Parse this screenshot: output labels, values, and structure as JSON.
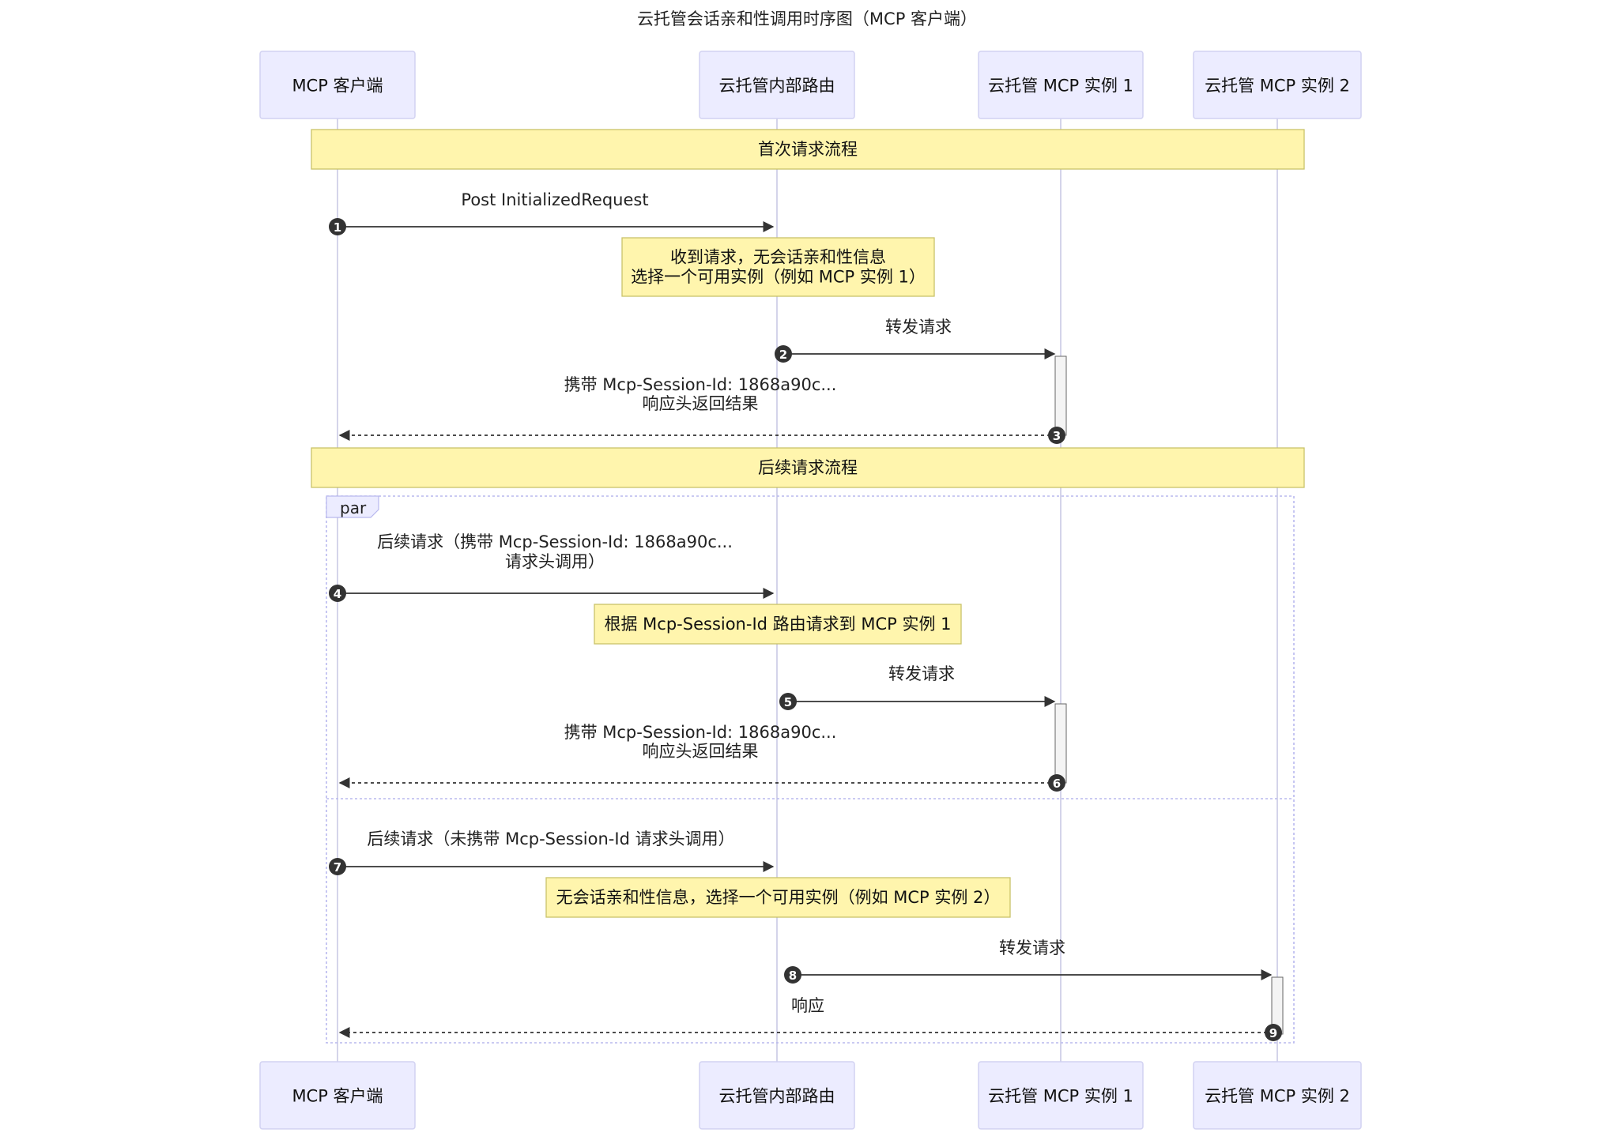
{
  "title": "云托管会话亲和性调用时序图（MCP 客户端）",
  "participants": [
    {
      "id": "client",
      "label": "MCP 客户端"
    },
    {
      "id": "router",
      "label": "云托管内部路由"
    },
    {
      "id": "inst1",
      "label": "云托管 MCP 实例 1"
    },
    {
      "id": "inst2",
      "label": "云托管 MCP 实例 2"
    }
  ],
  "sections": [
    {
      "id": "first",
      "label": "首次请求流程"
    },
    {
      "id": "later",
      "label": "后续请求流程"
    }
  ],
  "par_label": "par",
  "messages": [
    {
      "num": "1",
      "from": "client",
      "to": "router",
      "style": "solid",
      "lines": [
        "Post InitializedRequest"
      ]
    },
    {
      "num": "2",
      "from": "router",
      "to": "inst1",
      "style": "solid",
      "lines": [
        "转发请求"
      ]
    },
    {
      "num": "3",
      "from": "inst1",
      "to": "client",
      "style": "dashed",
      "lines": [
        "携带 Mcp-Session-Id: 1868a90c...",
        "响应头返回结果"
      ]
    },
    {
      "num": "4",
      "from": "client",
      "to": "router",
      "style": "solid",
      "lines": [
        "后续请求（携带 Mcp-Session-Id: 1868a90c...",
        "请求头调用）"
      ]
    },
    {
      "num": "5",
      "from": "router",
      "to": "inst1",
      "style": "solid",
      "lines": [
        "转发请求"
      ]
    },
    {
      "num": "6",
      "from": "inst1",
      "to": "client",
      "style": "dashed",
      "lines": [
        "携带 Mcp-Session-Id: 1868a90c...",
        "响应头返回结果"
      ]
    },
    {
      "num": "7",
      "from": "client",
      "to": "router",
      "style": "solid",
      "lines": [
        "后续请求（未携带 Mcp-Session-Id 请求头调用）"
      ]
    },
    {
      "num": "8",
      "from": "router",
      "to": "inst2",
      "style": "solid",
      "lines": [
        "转发请求"
      ]
    },
    {
      "num": "9",
      "from": "inst2",
      "to": "client",
      "style": "dashed",
      "lines": [
        "响应"
      ]
    }
  ],
  "notes": [
    {
      "id": "note-1",
      "over": "router",
      "lines": [
        "收到请求，无会话亲和性信息",
        "选择一个可用实例（例如 MCP 实例 1）"
      ]
    },
    {
      "id": "note-2",
      "over": "router",
      "lines": [
        "根据 Mcp-Session-Id 路由请求到 MCP 实例 1"
      ]
    },
    {
      "id": "note-3",
      "over": "router",
      "lines": [
        "无会话亲和性信息，选择一个可用实例（例如 MCP 实例 2）"
      ]
    }
  ]
}
